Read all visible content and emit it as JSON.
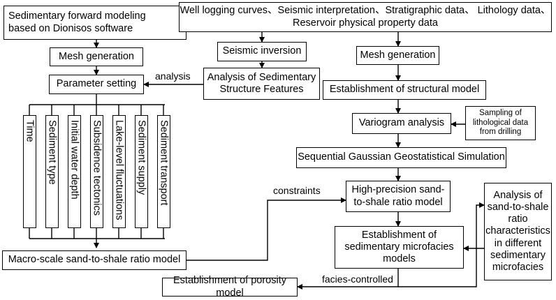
{
  "left_flow": {
    "title": "Sedimentary forward modeling\nbased on Dionisos software",
    "mesh": "Mesh generation",
    "parameter": "Parameter setting",
    "parameters": [
      "Time",
      "Sediment type",
      "Initial water depth",
      "Subsidence tectonics",
      "Lake-level fluctuations",
      "Sediment supply",
      "Sediment transport"
    ],
    "macro": "Macro-scale sand-to-shale ratio model"
  },
  "right_flow": {
    "top": "Well logging curves、Seismic interpretation、Stratigraphic data、 Lithology data、\nReservoir physical property data",
    "seismic_inversion": "Seismic inversion",
    "analysis_features": "Analysis of Sedimentary\nStructure Features",
    "mesh": "Mesh generation",
    "structural_model": "Establishment of structural model",
    "variogram": "Variogram analysis",
    "sampling": "Sampling of\nlithological data\nfrom drilling",
    "sgs": "Sequential Gaussian Geostatistical Simulation",
    "hp_model": "High-precision sand-\nto-shale ratio model",
    "analysis_ratio": "Analysis of\nsand-to-shale\nratio\ncharacteristics\nin different\nsedimentary\nmicrofacies",
    "microfacies": "Establishment of\nsedimentary microfacies\nmodels",
    "porosity": "Establishment of porosity model"
  },
  "edge_labels": {
    "analysis": "analysis",
    "constraints": "constraints",
    "facies_controlled": "facies-controlled"
  }
}
